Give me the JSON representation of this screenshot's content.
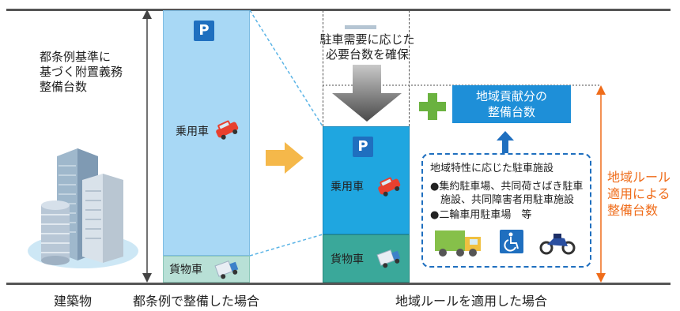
{
  "left_label": "都条例基準に\n基づく附置義務\n整備台数",
  "parking_symbol": "P",
  "passenger_car": "乗用車",
  "cargo_car": "貨物車",
  "demand_text": "駐車需要に応じた\n必要台数を確保",
  "contribution_text": "地域貢献分の\n整備台数",
  "regional_features_title": "地域特性に応じた駐車施設",
  "regional_features_items": [
    "●集約駐車場、共同荷さばき駐車\n　施設、共同障害者用駐車施設",
    "●二輪車用駐車場　等"
  ],
  "right_label": "地域ルール\n適用による\n整備台数",
  "captions": {
    "building": "建築物",
    "ordinance": "都条例で整備した場合",
    "regional": "地域ルールを適用した場合"
  },
  "colors": {
    "passenger_area": "#a8d8f5",
    "cargo_area": "#b8e0d6",
    "contribution_box": "#1e8fd8",
    "plus": "#6ab23f",
    "arrow_orange": "#f5a623",
    "right_label": "#ef6c1a",
    "dashed_box": "#1f6fbf"
  },
  "icons": [
    "building-icon",
    "red-car-icon",
    "truck-icon",
    "wheelchair-icon",
    "motorcycle-icon"
  ]
}
